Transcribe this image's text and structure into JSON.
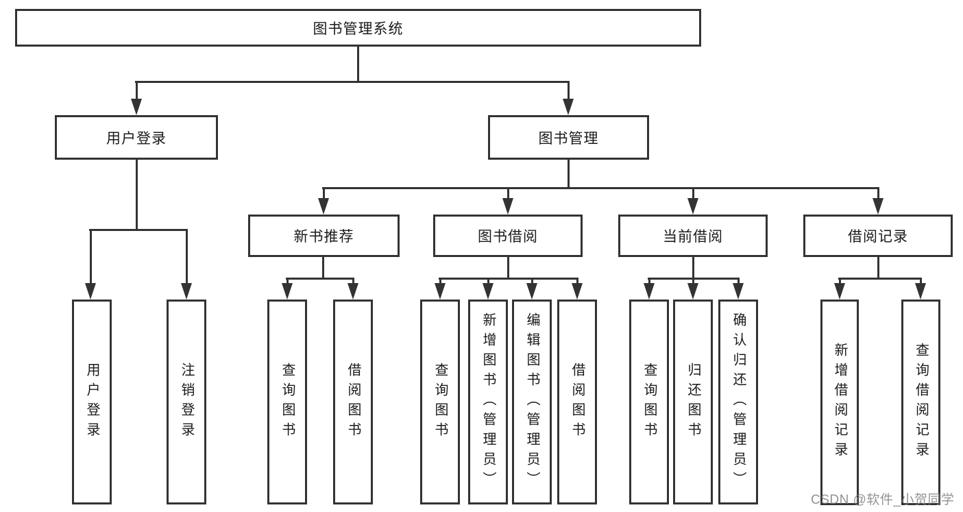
{
  "tree": {
    "label": "图书管理系统",
    "children": [
      {
        "label": "用户登录",
        "children": [
          {
            "label": "用户登录"
          },
          {
            "label": "注销登录"
          }
        ]
      },
      {
        "label": "图书管理",
        "children": [
          {
            "label": "新书推荐",
            "children": [
              {
                "label": "查询图书"
              },
              {
                "label": "借阅图书"
              }
            ]
          },
          {
            "label": "图书借阅",
            "children": [
              {
                "label": "查询图书"
              },
              {
                "label": "新增图书（管理员）"
              },
              {
                "label": "编辑图书（管理员）"
              },
              {
                "label": "借阅图书"
              }
            ]
          },
          {
            "label": "当前借阅",
            "children": [
              {
                "label": "查询图书"
              },
              {
                "label": "归还图书"
              },
              {
                "label": "确认归还（管理员）"
              }
            ]
          },
          {
            "label": "借阅记录",
            "children": [
              {
                "label": "新增借阅记录"
              },
              {
                "label": "查询借阅记录"
              }
            ]
          }
        ]
      }
    ]
  },
  "watermark": {
    "text": "CSDN @软件_小贺同学"
  },
  "colors": {
    "line": "#333333",
    "box_background": "#ffffff",
    "text": "#1a1a1a",
    "watermark": "#808080"
  }
}
